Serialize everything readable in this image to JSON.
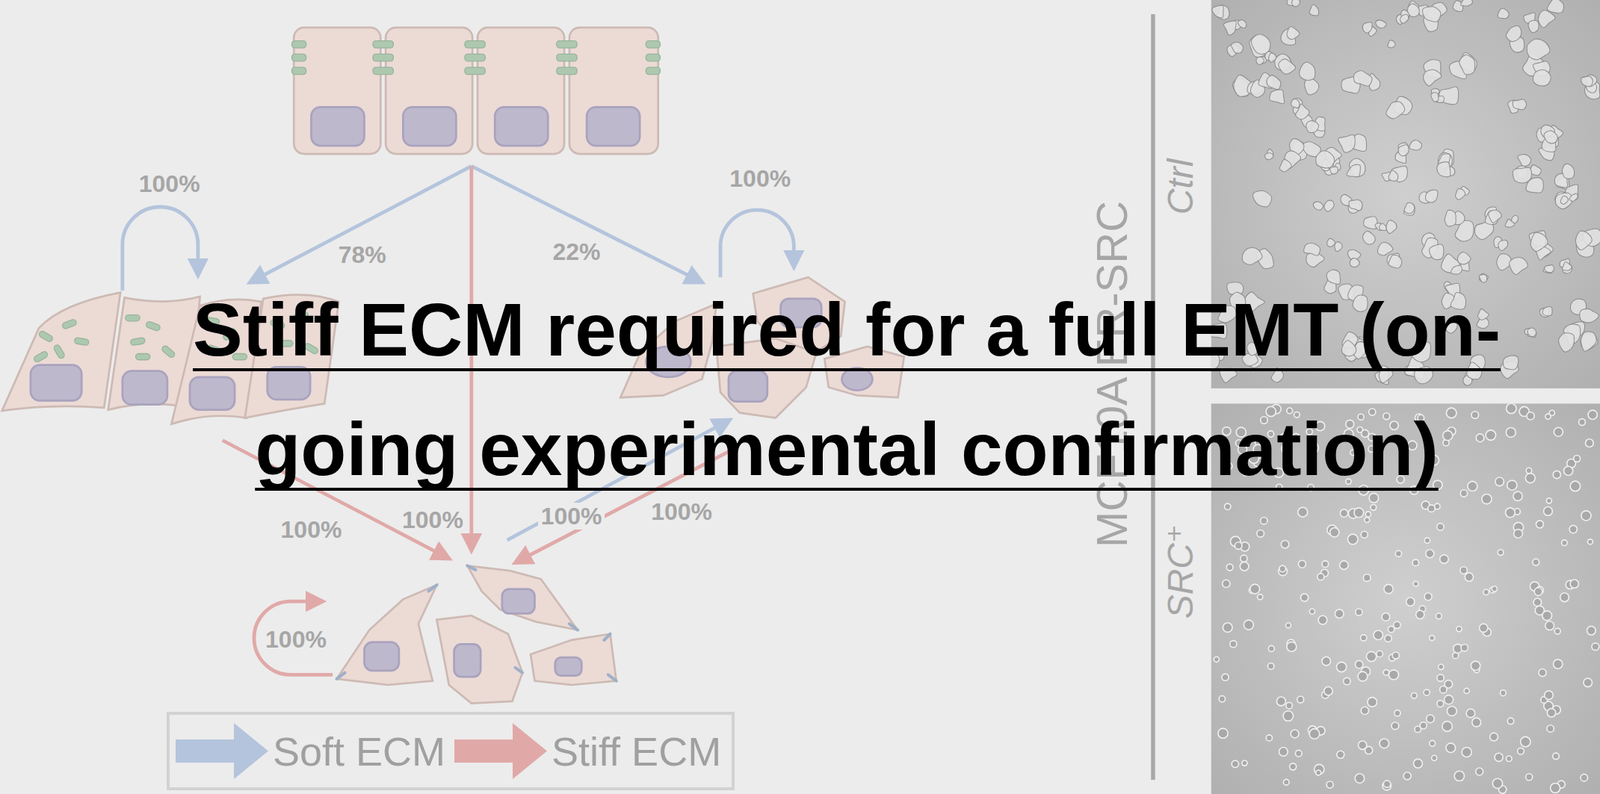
{
  "diagram": {
    "title": "Stiff ECM required for a full EMT (on-going experimental confirmation)",
    "labels": [
      "100%",
      "78%",
      "22%",
      "100%",
      "100%",
      "100%",
      "100%",
      "100%",
      "100%",
      "MCF10A ER-SRC",
      "Ctrl",
      "SRC⁺"
    ],
    "legend": [
      {
        "text": "Soft ECM",
        "color": "#b4c4dc"
      },
      {
        "text": "Stiff ECM",
        "color": "#e0a9a8"
      }
    ]
  }
}
